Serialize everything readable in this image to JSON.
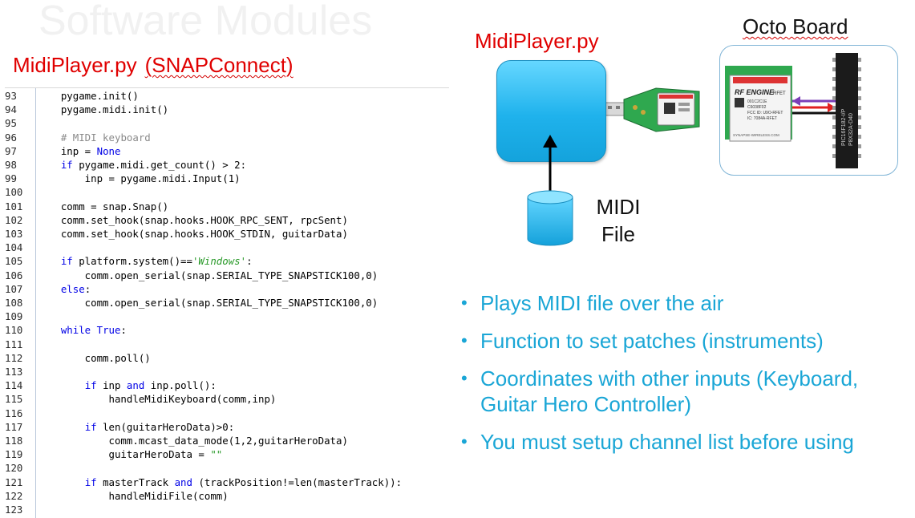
{
  "slide": {
    "ghost_title": "Software Modules",
    "code_title_main": "MidiPlayer.py",
    "code_title_paren": "(SNAPConnect)",
    "diagram_title": "MidiPlayer.py",
    "octo_board_label": "Octo Board",
    "midi_file_label_line1": "MIDI",
    "midi_file_label_line2": "File",
    "bullets": [
      "Plays MIDI file over the air",
      "Function to set patches (instruments)",
      "Coordinates with other inputs (Keyboard, Guitar Hero Controller)",
      "You must setup channel list before using"
    ]
  },
  "code": {
    "lines": [
      {
        "n": "93",
        "parts": [
          {
            "t": "    pygame.init()"
          }
        ]
      },
      {
        "n": "94",
        "parts": [
          {
            "t": "    pygame.midi.init()"
          }
        ]
      },
      {
        "n": "95",
        "parts": [
          {
            "t": ""
          }
        ]
      },
      {
        "n": "96",
        "parts": [
          {
            "t": "    "
          },
          {
            "t": "# MIDI keyboard",
            "c": "cm"
          }
        ]
      },
      {
        "n": "97",
        "parts": [
          {
            "t": "    inp = "
          },
          {
            "t": "None",
            "c": "kw"
          }
        ]
      },
      {
        "n": "98",
        "parts": [
          {
            "t": "    "
          },
          {
            "t": "if",
            "c": "kw"
          },
          {
            "t": " pygame.midi.get_count() > 2:"
          }
        ]
      },
      {
        "n": "99",
        "parts": [
          {
            "t": "        inp = pygame.midi.Input(1)"
          }
        ]
      },
      {
        "n": "100",
        "parts": [
          {
            "t": ""
          }
        ]
      },
      {
        "n": "101",
        "parts": [
          {
            "t": "    comm = snap.Snap()"
          }
        ]
      },
      {
        "n": "102",
        "parts": [
          {
            "t": "    comm.set_hook(snap.hooks.HOOK_RPC_SENT, rpcSent)"
          }
        ]
      },
      {
        "n": "103",
        "parts": [
          {
            "t": "    comm.set_hook(snap.hooks.HOOK_STDIN, guitarData)"
          }
        ]
      },
      {
        "n": "104",
        "parts": [
          {
            "t": ""
          }
        ]
      },
      {
        "n": "105",
        "parts": [
          {
            "t": "    "
          },
          {
            "t": "if",
            "c": "kw"
          },
          {
            "t": " platform.system()=="
          },
          {
            "t": "'Windows'",
            "c": "str"
          },
          {
            "t": ":"
          }
        ]
      },
      {
        "n": "106",
        "parts": [
          {
            "t": "        comm.open_serial(snap.SERIAL_TYPE_SNAPSTICK100,0)"
          }
        ]
      },
      {
        "n": "107",
        "parts": [
          {
            "t": "    "
          },
          {
            "t": "else",
            "c": "kw"
          },
          {
            "t": ":"
          }
        ]
      },
      {
        "n": "108",
        "parts": [
          {
            "t": "        comm.open_serial(snap.SERIAL_TYPE_SNAPSTICK100,0)"
          }
        ]
      },
      {
        "n": "109",
        "parts": [
          {
            "t": ""
          }
        ]
      },
      {
        "n": "110",
        "parts": [
          {
            "t": "    "
          },
          {
            "t": "while",
            "c": "kw"
          },
          {
            "t": " "
          },
          {
            "t": "True",
            "c": "kw"
          },
          {
            "t": ":"
          }
        ]
      },
      {
        "n": "111",
        "parts": [
          {
            "t": ""
          }
        ]
      },
      {
        "n": "112",
        "parts": [
          {
            "t": "        comm.poll()"
          }
        ]
      },
      {
        "n": "113",
        "parts": [
          {
            "t": ""
          }
        ]
      },
      {
        "n": "114",
        "parts": [
          {
            "t": "        "
          },
          {
            "t": "if",
            "c": "kw"
          },
          {
            "t": " inp "
          },
          {
            "t": "and",
            "c": "kw"
          },
          {
            "t": " inp.poll():"
          }
        ]
      },
      {
        "n": "115",
        "parts": [
          {
            "t": "            handleMidiKeyboard(comm,inp)"
          }
        ]
      },
      {
        "n": "116",
        "parts": [
          {
            "t": ""
          }
        ]
      },
      {
        "n": "117",
        "parts": [
          {
            "t": "        "
          },
          {
            "t": "if",
            "c": "kw"
          },
          {
            "t": " len(guitarHeroData)>0:"
          }
        ]
      },
      {
        "n": "118",
        "parts": [
          {
            "t": "            comm.mcast_data_mode(1,2,guitarHeroData)"
          }
        ]
      },
      {
        "n": "119",
        "parts": [
          {
            "t": "            guitarHeroData = "
          },
          {
            "t": "\"\"",
            "c": "str"
          }
        ]
      },
      {
        "n": "120",
        "parts": [
          {
            "t": ""
          }
        ]
      },
      {
        "n": "121",
        "parts": [
          {
            "t": "        "
          },
          {
            "t": "if",
            "c": "kw"
          },
          {
            "t": " masterTrack "
          },
          {
            "t": "and",
            "c": "kw"
          },
          {
            "t": " (trackPosition!=len(masterTrack)):"
          }
        ]
      },
      {
        "n": "122",
        "parts": [
          {
            "t": "            handleMidiFile(comm)"
          }
        ]
      },
      {
        "n": "123",
        "parts": [
          {
            "t": ""
          }
        ]
      }
    ]
  },
  "chips": {
    "usb_chip_text": "",
    "rf_engine_text": "RF ENGINE",
    "rf_engine_model": "RFET",
    "rf_small_lines": [
      "001C2C1E",
      "C6038F02",
      "FCC ID: U9O-RFET",
      "IC: 7084A-RFET"
    ],
    "rf_bottom_text": "SYNAPSE-WIRELESS.COM",
    "dip_text_1": "PIC16F182-I/P",
    "dip_text_2": "P8X32A-D40"
  },
  "colors": {
    "title_red": "#e00000",
    "bullet_blue": "#1aa6d6",
    "keyword_blue": "#0000e6",
    "box_blue": "#1fb2ec"
  }
}
